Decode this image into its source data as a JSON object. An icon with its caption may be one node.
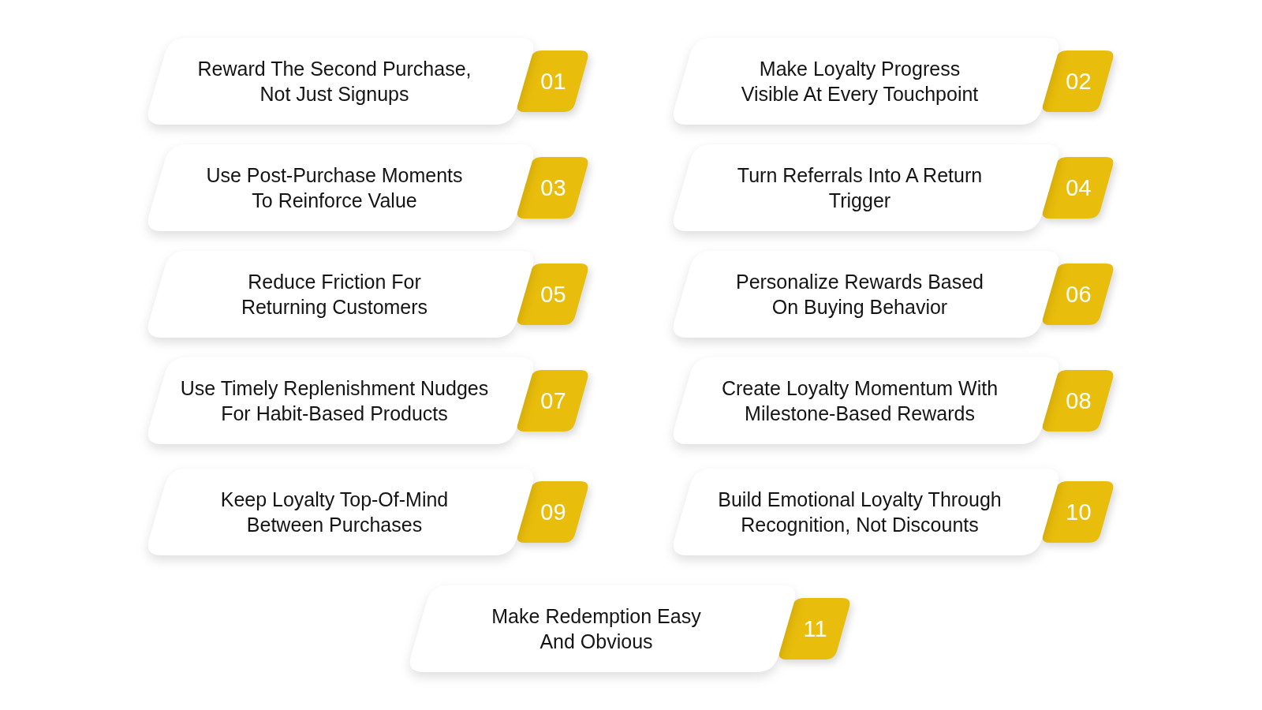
{
  "diagram": {
    "nodes": [
      {
        "text": [
          "Reward The Second Purchase, Not Just Signups",
          "01"
        ]
      },
      {
        "text": [
          "Make Loyalty Progress Visible At Every Touchpoint",
          "02"
        ]
      },
      {
        "text": [
          "Use Post-Purchase Moments To Reinforce Value",
          "03"
        ]
      },
      {
        "text": [
          "Turn Referrals Into A Return Trigger",
          "04"
        ]
      },
      {
        "text": [
          "Reduce Friction For Returning Customers",
          "05"
        ]
      },
      {
        "text": [
          "Personalize Rewards Based On Buying Behavior",
          "06"
        ]
      },
      {
        "text": [
          "Use Timely Replenishment Nudges For Habit-Based Products",
          "07"
        ]
      },
      {
        "text": [
          "Create Loyalty Momentum With Milestone-Based Rewards",
          "08"
        ]
      },
      {
        "text": [
          "Keep Loyalty Top-Of-Mind Between Purchases",
          "09"
        ]
      },
      {
        "text": [
          "Build Emotional Loyalty Through Recognition, Not Discounts",
          "10"
        ]
      },
      {
        "text": [
          "Make Redemption Easy And Obvious",
          "11"
        ]
      }
    ]
  }
}
